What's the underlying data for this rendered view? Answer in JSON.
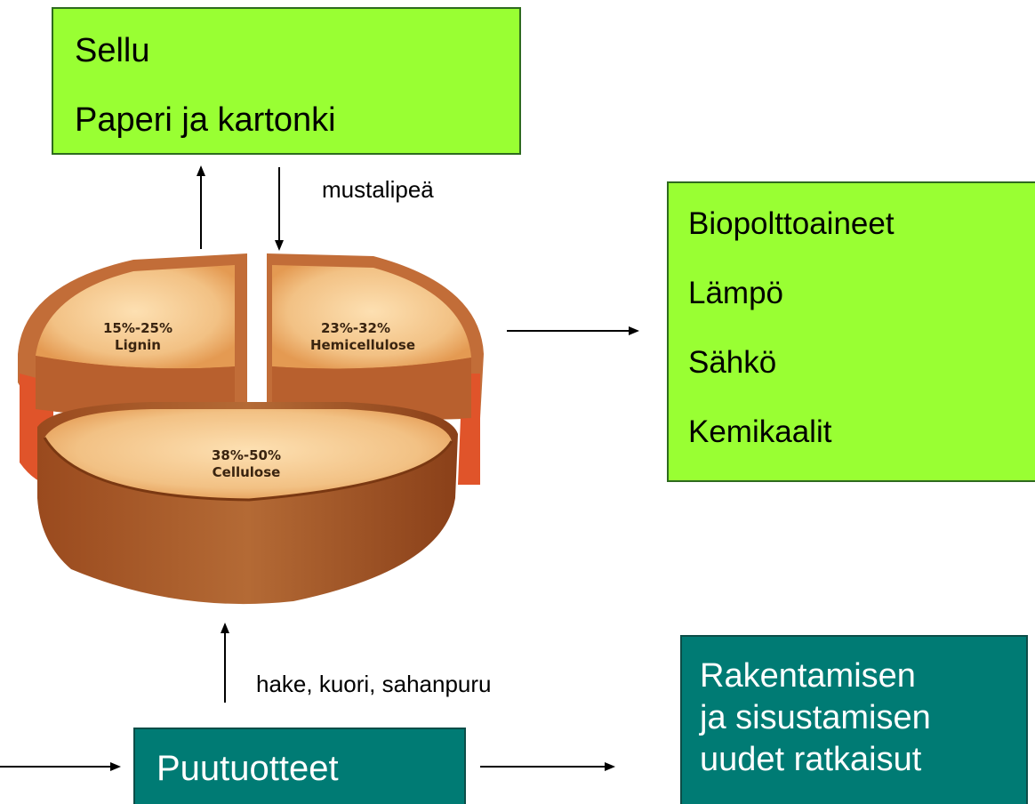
{
  "top_box": {
    "line1": "Sellu",
    "line2": "Paperi ja kartonki"
  },
  "right_box": {
    "items": [
      "Biopolttoaineet",
      "Lämpö",
      "Sähkö",
      "Kemikaalit"
    ]
  },
  "bottom_box": {
    "label": "Puutuotteet"
  },
  "bottom_right_box": {
    "lines": [
      "Rakentamisen",
      "ja sisustamisen",
      "uudet ratkaisut"
    ]
  },
  "arrow_labels": {
    "black_liquor": "mustalipeä",
    "chips": "hake, kuori, sahanpuru"
  },
  "wood_segments": [
    {
      "range": "15%-25%",
      "name": "Lignin"
    },
    {
      "range": "23%-32%",
      "name": "Hemicellulose"
    },
    {
      "range": "38%-50%",
      "name": "Cellulose"
    }
  ],
  "colors": {
    "green_box": "#99ff33",
    "teal_box": "#007b74",
    "wood_light": "#f3c98f",
    "wood_bark": "#a45a2a"
  }
}
